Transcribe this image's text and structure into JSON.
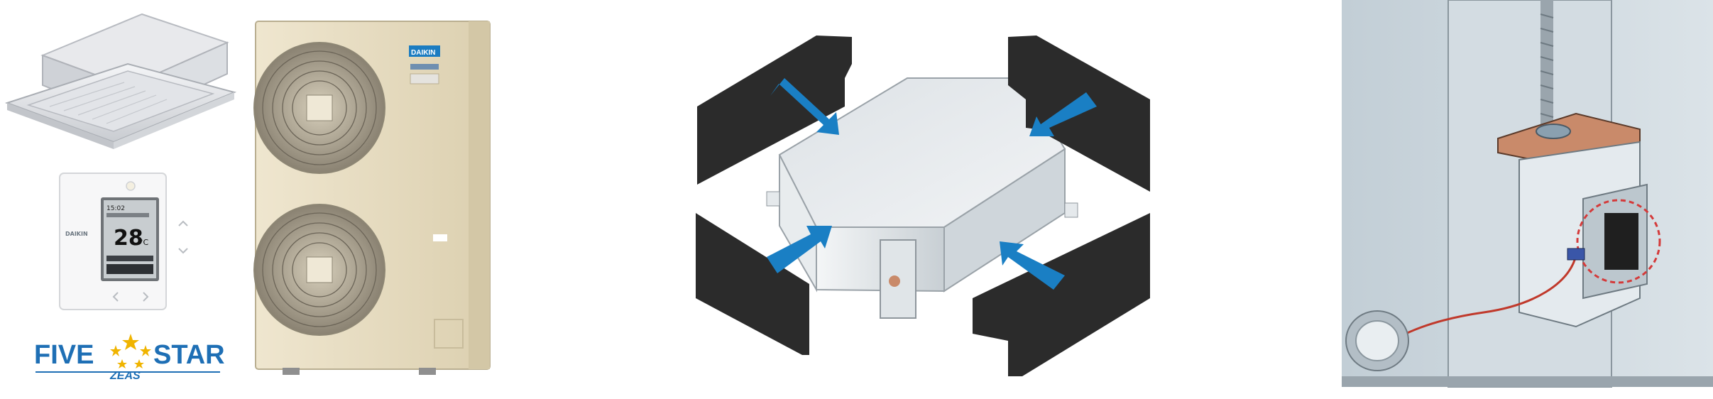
{
  "brand": {
    "logo_text": "DAIKIN",
    "remote_brand": "DAIKIN",
    "badge_main_left": "FIVE",
    "badge_main_right": "STAR",
    "badge_sub": "ZEAS",
    "badge_color": "#1e6fb5",
    "star_color": "#f0b400"
  },
  "remote": {
    "temperature": "28",
    "unit": "°C",
    "clock": "15:02"
  },
  "colors": {
    "unit_beige": "#e9dfc4",
    "arrow_blue": "#1a7fc4",
    "panel_black": "#2b2b2b",
    "heater_copper": "#c98a6a",
    "wire_red": "#c0392b",
    "highlight_red": "#d43a3a"
  },
  "icons": [
    "cassette-indoor-unit-image",
    "remote-controller-image",
    "outdoor-unit-image",
    "five-star-zeas-logo",
    "installation-diagram",
    "direction-arrow-icon",
    "heater-detail-image"
  ]
}
